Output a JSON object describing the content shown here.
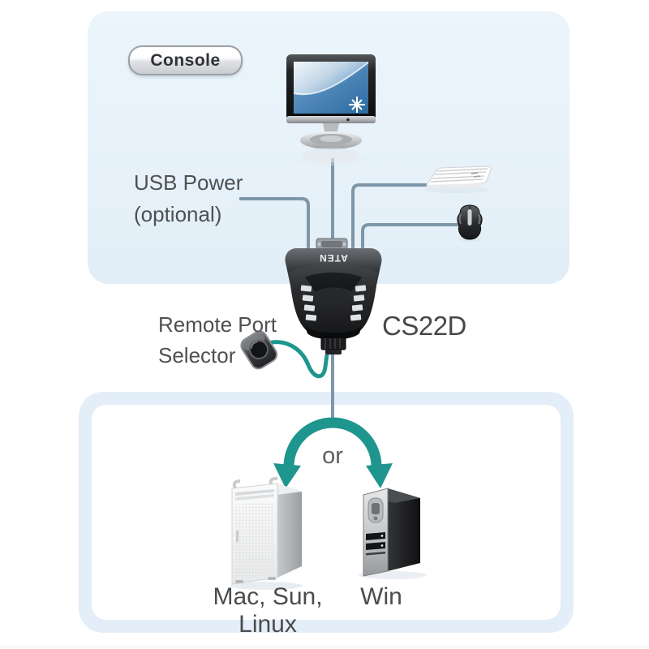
{
  "console_panel": {
    "badge": "Console"
  },
  "kvm": {
    "model": "CS22D",
    "logo": "ATEN"
  },
  "annotations": {
    "usb_power": {
      "line1": "USB Power",
      "line2": "(optional)"
    },
    "remote_port": {
      "line1": "Remote Port",
      "line2": "Selector"
    },
    "or": "or"
  },
  "computers": {
    "left_label": "Mac, Sun, Linux",
    "right_label": "Win"
  },
  "icons": {
    "monitor": "monitor-icon",
    "keyboard": "keyboard-icon",
    "mouse": "mouse-icon",
    "kvm_switch": "kvm-switch-icon",
    "remote_port_selector": "remote-selector-icon",
    "mac_tower": "mac-tower-icon",
    "win_tower": "win-tower-icon",
    "split_arrows": "split-arrow-icon"
  },
  "colors": {
    "panel_blue": "#e6f1f9",
    "panel_border": "#e3eef8",
    "line_color": "#7d97a8",
    "teal": "#1e968e",
    "text": "#4e5052"
  }
}
